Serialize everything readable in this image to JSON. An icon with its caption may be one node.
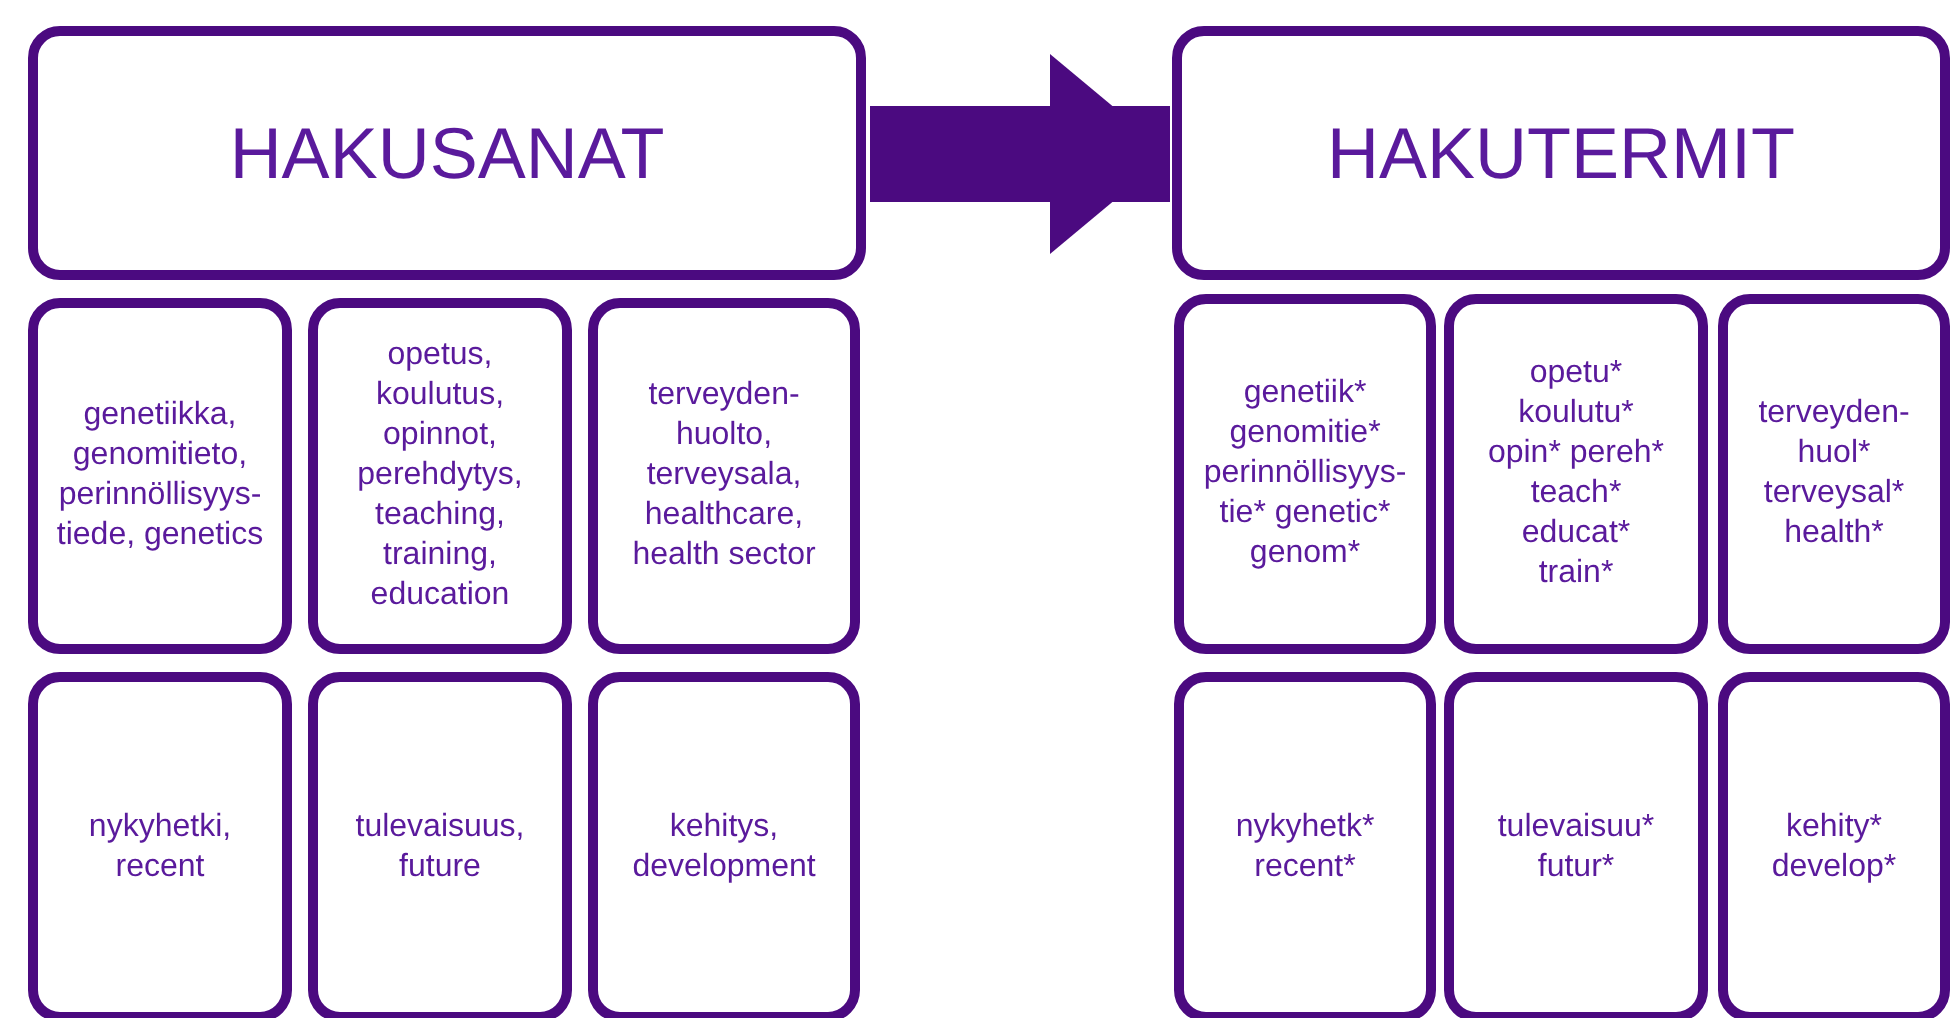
{
  "diagram": {
    "nodes": [
      {
        "text": [
          "HAKUSANAT"
        ]
      },
      {
        "text": [
          "genetiikka, genomitieto, perinnöllisyys- tiede, genetics"
        ]
      },
      {
        "text": [
          "opetus, koulutus, opinnot, perehdytys, teaching, training, education"
        ]
      },
      {
        "text": [
          "terveyden- huolto, terveysala, healthcare, health sector"
        ]
      },
      {
        "text": [
          "nykyhetki, recent"
        ]
      },
      {
        "text": [
          "tulevaisuus, future"
        ]
      },
      {
        "text": [
          "kehitys, development"
        ]
      },
      {
        "text": [
          "HAKUTERMIT"
        ]
      },
      {
        "text": [
          "genetiik* genomitie* perinnöllisyys- tie* genetic* genom*"
        ]
      },
      {
        "text": [
          "opetu* koulutu* opin* pereh* teach* educat* train*"
        ]
      },
      {
        "text": [
          "terveyden- huol* terveysal* health*"
        ]
      },
      {
        "text": [
          "nykyhetk* recent*"
        ]
      },
      {
        "text": [
          "tulevaisuu* futur*"
        ]
      },
      {
        "text": [
          "kehity* develop*"
        ]
      }
    ],
    "edges": [
      {
        "from": 0,
        "to": 7,
        "arrow": "to"
      }
    ]
  }
}
